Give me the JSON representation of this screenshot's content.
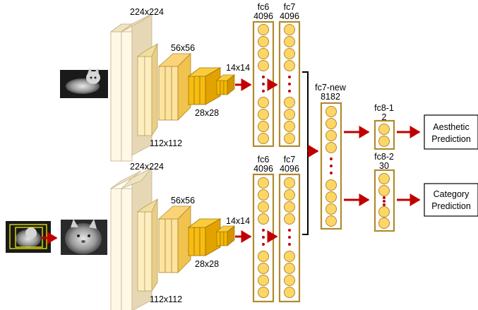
{
  "labels": {
    "top": {
      "s224": "224x224",
      "s112": "112x112",
      "s56": "56x56",
      "s28": "28x28",
      "s14": "14x14",
      "fc6_name": "fc6",
      "fc6_size": "4096",
      "fc7_name": "fc7",
      "fc7_size": "4096"
    },
    "bottom": {
      "s224": "224x224",
      "s112": "112x112",
      "s56": "56x56",
      "s28": "28x28",
      "s14": "14x14",
      "fc6_name": "fc6",
      "fc6_size": "4096",
      "fc7_name": "fc7",
      "fc7_size": "4096"
    },
    "fc7new_name": "fc7-new",
    "fc7new_size": "8182",
    "fc81_name": "fc8-1",
    "fc81_size": "2",
    "fc82_name": "fc8-2",
    "fc82_size": "30"
  },
  "outputs": {
    "aesthetic": [
      "Aesthetic",
      "Prediction"
    ],
    "category": [
      "Category",
      "Prediction"
    ]
  },
  "colors": {
    "layer_pale": "#fdf3d4",
    "layer_light": "#fde3a0",
    "layer_mid": "#fdd05a",
    "layer_gold": "#f5b800",
    "layer_dark": "#e2a200",
    "neuron_fill": "#fdd666",
    "fc_border": "#b08a2e",
    "arrow": "#c00000",
    "dots": "#c00000",
    "crop_box": "#ffff00"
  },
  "images": {
    "top_input": "cat-photo",
    "bottom_input": "cat-crop-photo",
    "bottom_source": "cat-photo-with-crop-boxes"
  }
}
